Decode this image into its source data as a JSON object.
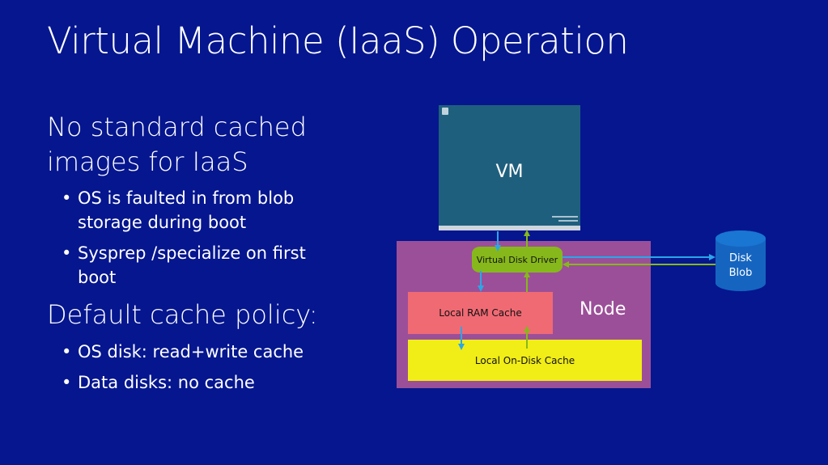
{
  "title": "Virtual Machine (IaaS) Operation",
  "sections": [
    {
      "heading": "No standard cached images for IaaS",
      "bullets": [
        "OS is faulted in from blob storage during boot",
        "Sysprep /specialize on first boot"
      ]
    },
    {
      "heading": "Default cache policy:",
      "bullets": [
        "OS disk: read+write cache",
        "Data disks: no cache"
      ]
    }
  ],
  "diagram": {
    "vm_label": "VM",
    "node_label": "Node",
    "virtual_disk_driver": "Virtual Disk Driver",
    "local_ram_cache": "Local RAM Cache",
    "local_disk_cache": "Local On-Disk Cache",
    "disk_blob_line1": "Disk",
    "disk_blob_line2": "Blob",
    "colors": {
      "background": "#05168f",
      "vm": "#1f5f7e",
      "node": "#9c4f99",
      "driver": "#86b81b",
      "ram_cache": "#f06a74",
      "disk_cache": "#f1ed16",
      "blob": "#1565c0",
      "read_arrow": "#2aa7e8",
      "write_arrow": "#86b81b"
    }
  }
}
